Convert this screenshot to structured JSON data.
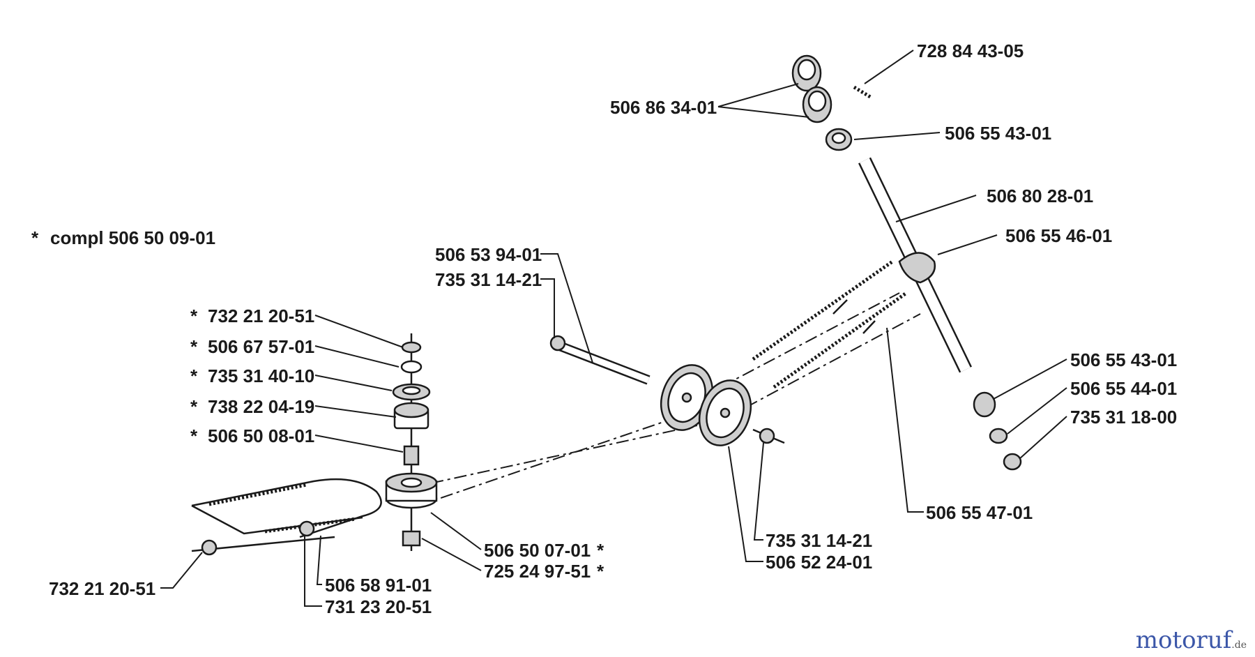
{
  "note": {
    "star": "*",
    "text": "compl 506 50 09-01"
  },
  "labels": {
    "l_728_84_43_05": "728 84 43-05",
    "l_506_86_34_01": "506 86 34-01",
    "l_506_55_43_01_top": "506 55 43-01",
    "l_506_80_28_01": "506 80 28-01",
    "l_506_55_46_01": "506 55 46-01",
    "l_506_53_94_01": "506 53 94-01",
    "l_735_31_14_21_top": "735 31 14-21",
    "l_732_21_20_51_stack": "732 21 20-51",
    "l_506_67_57_01": "506 67 57-01",
    "l_735_31_40_10": "735 31 40-10",
    "l_738_22_04_19": "738 22 04-19",
    "l_506_50_08_01": "506 50 08-01",
    "l_506_55_43_01_right": "506 55 43-01",
    "l_506_55_44_01": "506 55 44-01",
    "l_735_31_18_00": "735 31 18-00",
    "l_506_55_47_01": "506 55 47-01",
    "l_735_31_14_21_bottom": "735 31 14-21",
    "l_506_52_24_01": "506 52 24-01",
    "l_506_50_07_01": "506 50 07-01",
    "l_725_24_97_51": "725 24 97-51",
    "l_732_21_20_51_left": "732 21 20-51",
    "l_506_58_91_01": "506 58 91-01",
    "l_731_23_20_51": "731 23 20-51",
    "star": "*"
  },
  "brand": {
    "name": "motoruf",
    "tld": ".de"
  }
}
